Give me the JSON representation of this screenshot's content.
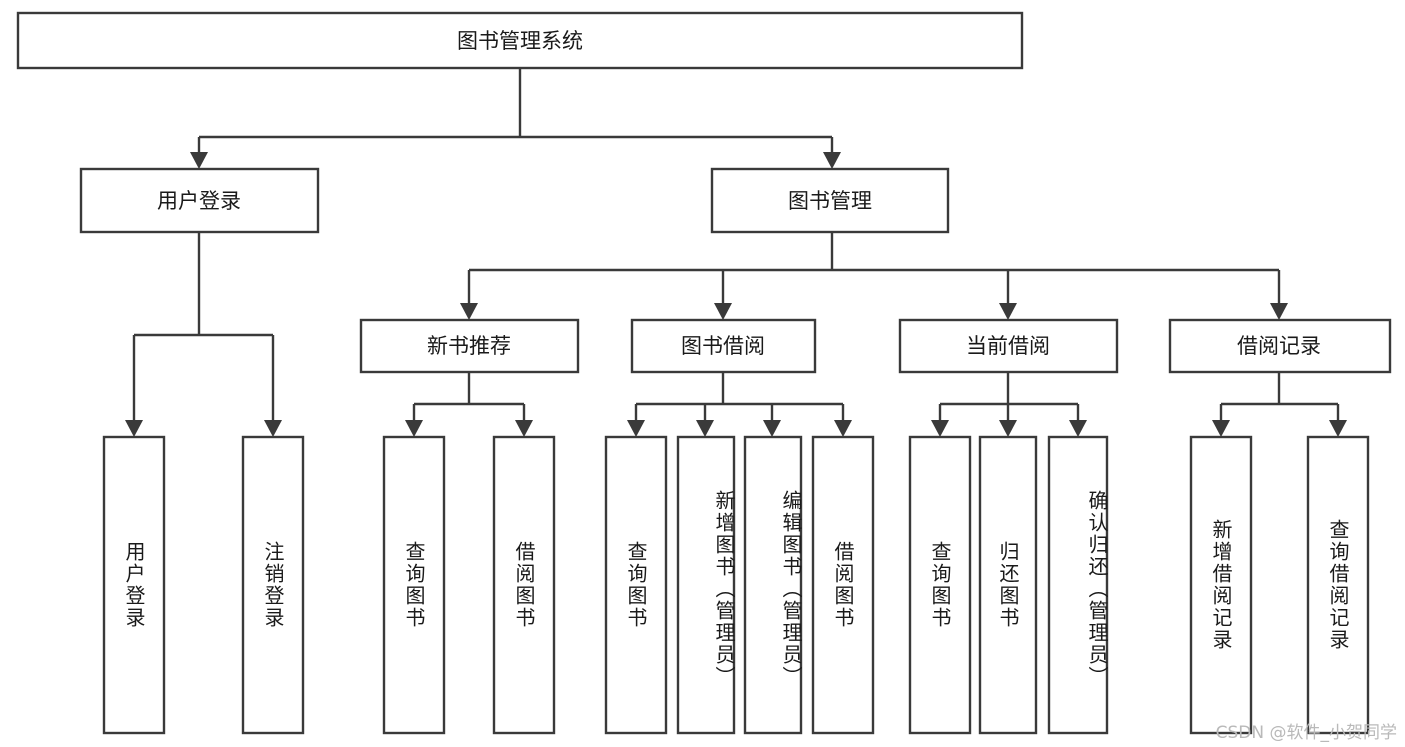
{
  "diagram": {
    "title": "图书管理系统",
    "type": "tree-hierarchy-diagram",
    "colors": {
      "stroke": "#3a3a3a",
      "fill": "#ffffff",
      "text": "#1a1a1a",
      "watermark": "#b9b9b9",
      "background": "#ffffff"
    },
    "root": {
      "label": "图书管理系统",
      "orientation": "horizontal"
    },
    "level2": [
      {
        "label": "用户登录",
        "orientation": "horizontal"
      },
      {
        "label": "图书管理",
        "orientation": "horizontal"
      }
    ],
    "level3": [
      {
        "label": "新书推荐",
        "orientation": "horizontal"
      },
      {
        "label": "图书借阅",
        "orientation": "horizontal"
      },
      {
        "label": "当前借阅",
        "orientation": "horizontal"
      },
      {
        "label": "借阅记录",
        "orientation": "horizontal"
      }
    ],
    "leaves": {
      "user_login": [
        {
          "label": "用户登录",
          "orientation": "vertical",
          "align": "center"
        },
        {
          "label": "注销登录",
          "orientation": "vertical",
          "align": "center"
        }
      ],
      "new_book_recommend": [
        {
          "label": "查询图书",
          "orientation": "vertical",
          "align": "center"
        },
        {
          "label": "借阅图书",
          "orientation": "vertical",
          "align": "center"
        }
      ],
      "book_borrow": [
        {
          "label": "查询图书",
          "orientation": "vertical",
          "align": "center"
        },
        {
          "label": "新增图书（管理员）",
          "orientation": "vertical",
          "align": "top"
        },
        {
          "label": "编辑图书（管理员）",
          "orientation": "vertical",
          "align": "top"
        },
        {
          "label": "借阅图书",
          "orientation": "vertical",
          "align": "center"
        }
      ],
      "current_borrow": [
        {
          "label": "查询图书",
          "orientation": "vertical",
          "align": "center"
        },
        {
          "label": "归还图书",
          "orientation": "vertical",
          "align": "center"
        },
        {
          "label": "确认归还（管理员）",
          "orientation": "vertical",
          "align": "top"
        }
      ],
      "borrow_record": [
        {
          "label": "新增借阅记录",
          "orientation": "vertical",
          "align": "center"
        },
        {
          "label": "查询借阅记录",
          "orientation": "vertical",
          "align": "center"
        }
      ]
    }
  },
  "watermark": {
    "text": "CSDN @软件_小贺同学"
  }
}
